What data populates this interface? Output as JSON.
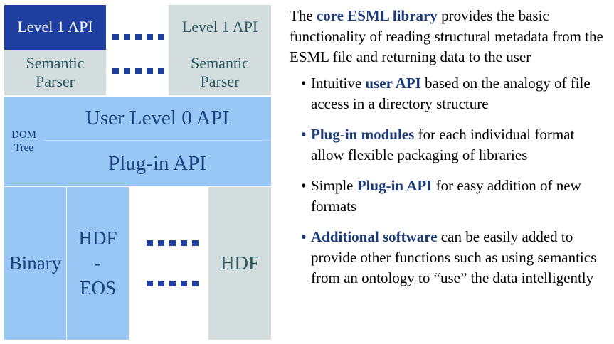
{
  "diagram": {
    "level1_api_left": "Level 1 API",
    "level1_api_right": "Level 1 API",
    "semantic_parser_left_line1": "Semantic",
    "semantic_parser_left_line2": "Parser",
    "semantic_parser_right_line1": "Semantic",
    "semantic_parser_right_line2": "Parser",
    "dom_tree_line1": "DOM",
    "dom_tree_line2": "Tree",
    "user_level0_api": "User Level 0 API",
    "plugin_api": "Plug-in API",
    "binary": "Binary",
    "hdf_eos_line1": "HDF",
    "hdf_eos_line2": "-",
    "hdf_eos_line3": "EOS",
    "hdf": "HDF",
    "colors": {
      "dark_blue": "#1f3fa0",
      "light_blue": "#99c7f5",
      "gray": "#d3dddd",
      "gray_text": "#2d5a60",
      "blue_text": "#17407c"
    }
  },
  "description": {
    "intro_pre": "The ",
    "intro_hl": "core ESML library",
    "intro_post": " provides the basic functionality of reading structural metadata from the ESML file and returning data to the user",
    "bullets": [
      {
        "pre": "Intuitive ",
        "hl": "user API",
        "post": " based on the analogy of file access in a directory structure"
      },
      {
        "pre": "",
        "hl": "Plug-in modules",
        "post": " for each individual format allow flexible packaging of libraries"
      },
      {
        "pre": "Simple ",
        "hl": "Plug-in API",
        "post": " for easy addition of new formats"
      },
      {
        "pre": "",
        "hl": "Additional software",
        "post": " can be easily added to provide other functions such as using semantics from an ontology to “use” the data intelligently"
      }
    ]
  }
}
